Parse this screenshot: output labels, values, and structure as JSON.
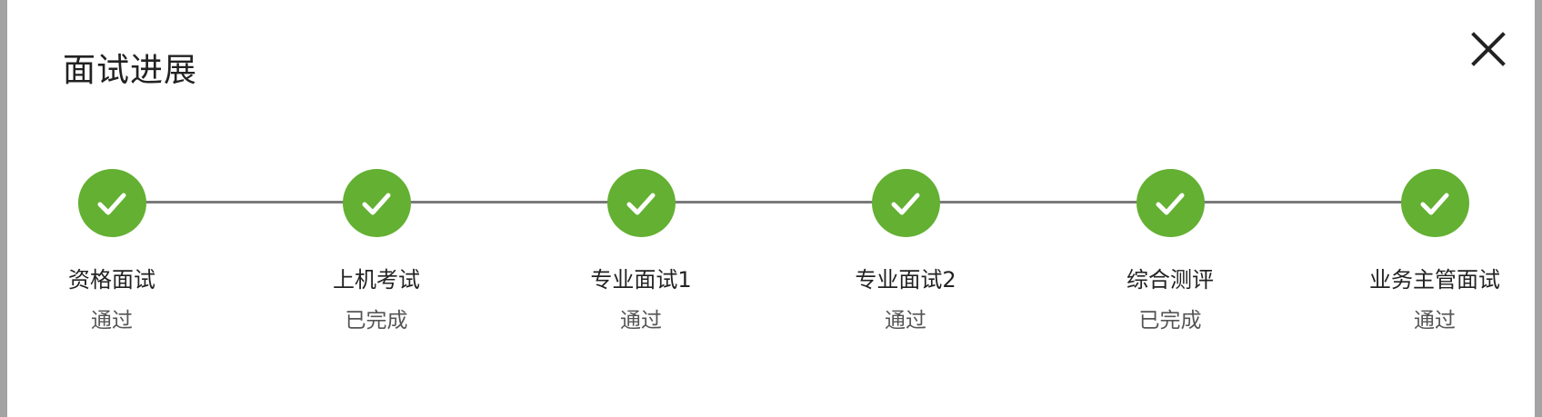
{
  "dialog": {
    "title": "面试进展",
    "close_icon": "close-icon"
  },
  "colors": {
    "step_done": "#63b032",
    "connector": "#7a7a7a",
    "title_text": "#222222",
    "status_text": "#555555"
  },
  "steps": [
    {
      "name": "资格面试",
      "status": "通过",
      "icon": "check-icon"
    },
    {
      "name": "上机考试",
      "status": "已完成",
      "icon": "check-icon"
    },
    {
      "name": "专业面试1",
      "status": "通过",
      "icon": "check-icon"
    },
    {
      "name": "专业面试2",
      "status": "通过",
      "icon": "check-icon"
    },
    {
      "name": "综合测评",
      "status": "已完成",
      "icon": "check-icon"
    },
    {
      "name": "业务主管面试",
      "status": "通过",
      "icon": "check-icon"
    }
  ]
}
